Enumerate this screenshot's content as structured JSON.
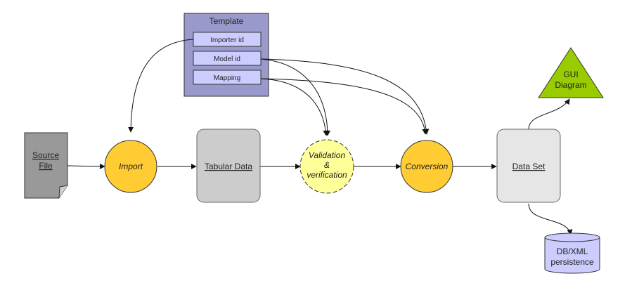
{
  "template": {
    "title": "Template",
    "fields": [
      "Importer id",
      "Model id",
      "Mapping"
    ]
  },
  "nodes": {
    "source_file": [
      "Source",
      "File"
    ],
    "import": "Import",
    "tabular_data": "Tabular Data",
    "validation": [
      "Validation",
      "&",
      "verification"
    ],
    "conversion": "Conversion",
    "data_set": "Data Set",
    "gui_diagram": [
      "GUI",
      "Diagram"
    ],
    "persistence": [
      "DB/XML",
      "persistence"
    ]
  },
  "colors": {
    "template_fill": "#9999cc",
    "template_field_fill": "#ccccff",
    "process_fill": "#ffcc33",
    "validation_fill": "#ffff99",
    "store_fill": "#cccccc",
    "dataset_fill": "#e6e6e6",
    "source_fill": "#999999",
    "gui_fill": "#99cc00",
    "db_fill": "#ccccff"
  }
}
